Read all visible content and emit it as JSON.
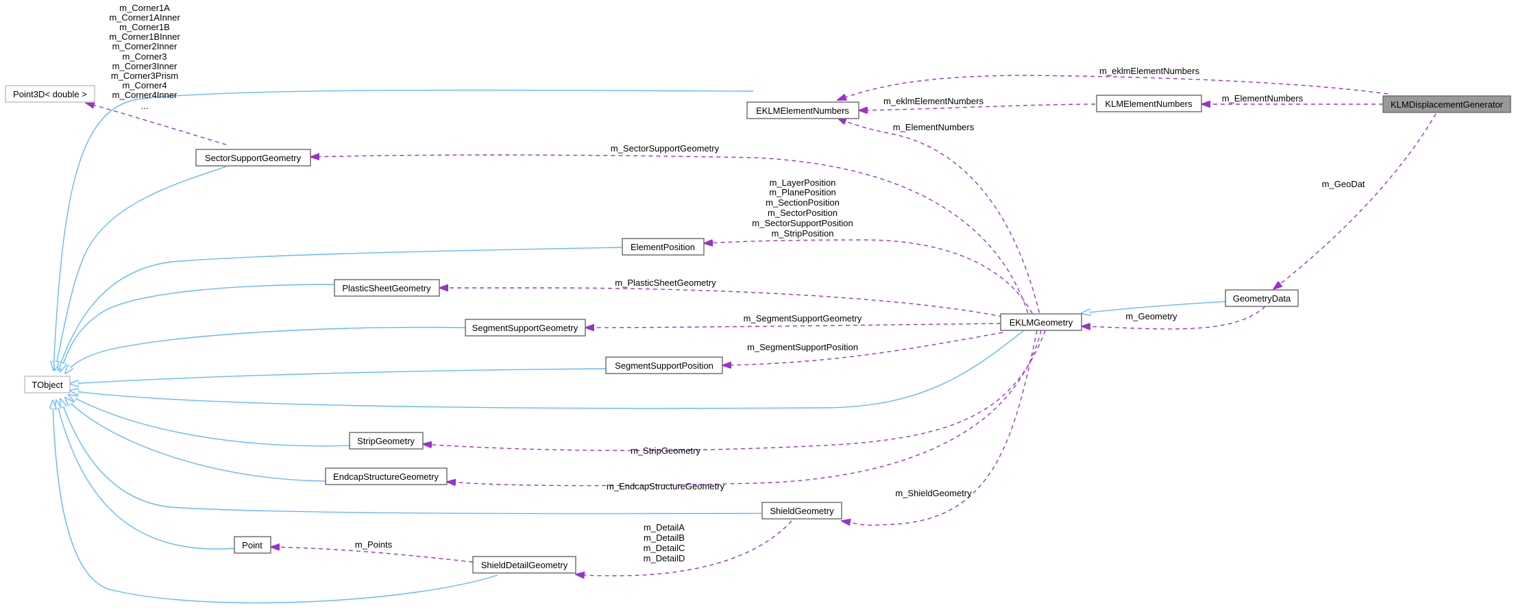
{
  "nodes": {
    "klm_displacement_generator": "KLMDisplacementGenerator",
    "eklm_element_numbers": "EKLMElementNumbers",
    "klm_element_numbers": "KLMElementNumbers",
    "point3d": "Point3D< double >",
    "sector_support_geometry": "SectorSupportGeometry",
    "element_position": "ElementPosition",
    "plastic_sheet_geometry": "PlasticSheetGeometry",
    "segment_support_geometry": "SegmentSupportGeometry",
    "segment_support_position": "SegmentSupportPosition",
    "tobject": "TObject",
    "strip_geometry": "StripGeometry",
    "endcap_structure_geometry": "EndcapStructureGeometry",
    "shield_geometry": "ShieldGeometry",
    "point": "Point",
    "shield_detail_geometry": "ShieldDetailGeometry",
    "eklm_geometry": "EKLMGeometry",
    "geometry_data": "GeometryData"
  },
  "edge_labels": {
    "eklm_element_numbers_top": "m_eklmElementNumbers",
    "eklm_element_numbers_mid": "m_eklmElementNumbers",
    "klm_element_numbers": "m_ElementNumbers",
    "element_numbers_from_geometry": "m_ElementNumbers",
    "geo_dat": "m_GeoDat",
    "sector_support_geometry": "m_SectorSupportGeometry",
    "element_position": [
      "m_LayerPosition",
      "m_PlanePosition",
      "m_SectionPosition",
      "m_SectorPosition",
      "m_SectorSupportPosition",
      "m_StripPosition"
    ],
    "plastic_sheet_geometry": "m_PlasticSheetGeometry",
    "segment_support_geometry": "m_SegmentSupportGeometry",
    "segment_support_position": "m_SegmentSupportPosition",
    "geometry": "m_Geometry",
    "strip_geometry": "m_StripGeometry",
    "endcap_structure_geometry": "m_EndcapStructureGeometry",
    "shield_geometry": "m_ShieldGeometry",
    "details": [
      "m_DetailA",
      "m_DetailB",
      "m_DetailC",
      "m_DetailD"
    ],
    "points": "m_Points",
    "corners": [
      "m_Corner1A",
      "m_Corner1AInner",
      "m_Corner1B",
      "m_Corner1BInner",
      "m_Corner2Inner",
      "m_Corner3",
      "m_Corner3Inner",
      "m_Corner3Prism",
      "m_Corner4",
      "m_Corner4Inner",
      "..."
    ]
  },
  "colors": {
    "inheritance": "#63b8ff",
    "member": "#9a32cd",
    "focus_fill": "#999999",
    "node_border": "#666666",
    "external_border": "#bfbfbf"
  }
}
